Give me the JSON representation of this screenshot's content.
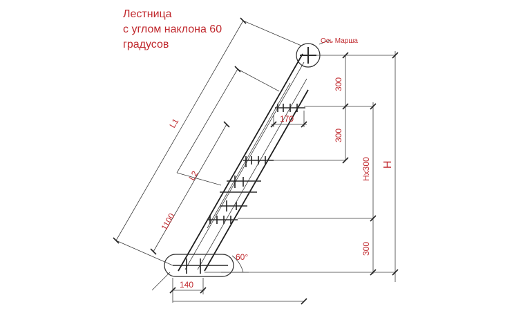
{
  "title": {
    "line1": "Лестница",
    "line2": "с углом наклона 60",
    "line3": "градусов"
  },
  "labels": {
    "axis_label": "Ось Марша",
    "l1": "L1",
    "l2": "L2",
    "d1100": "1100",
    "d140": "140",
    "d170": "170",
    "d300_top": "300",
    "d300_mid": "300",
    "d300_bottom": "300",
    "hx300": "Hx300",
    "h": "H",
    "angle": "60°"
  },
  "colors": {
    "label_red": "#c0282d",
    "ink": "#2a2a2a"
  }
}
